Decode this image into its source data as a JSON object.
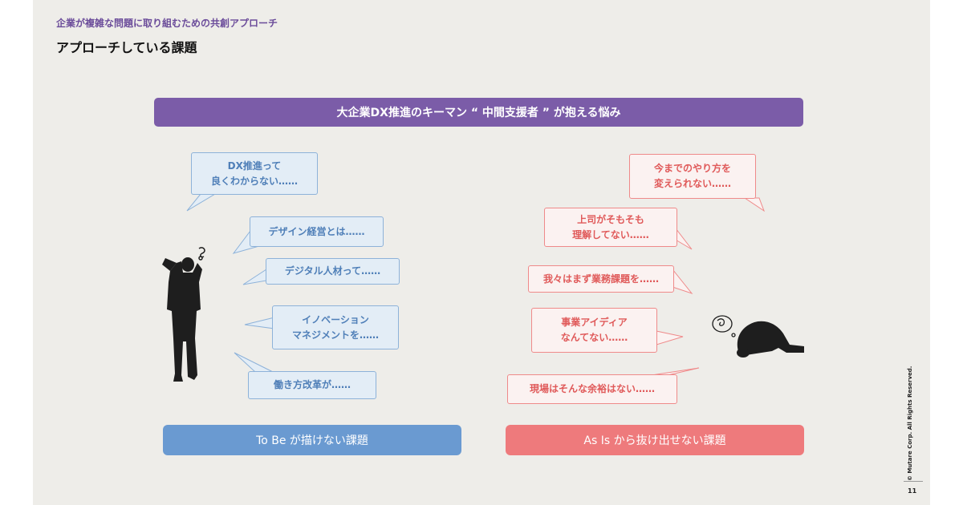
{
  "header": {
    "eyebrow": "企業が複雑な問題に取り組むための共創アプローチ",
    "title": "アプローチしている課題"
  },
  "banner": "大企業DX推進のキーマン “ 中間支援者 ” が抱える悩み",
  "left_bubbles": [
    {
      "line1": "DX推進って",
      "line2": "良くわからない……"
    },
    {
      "line1": "デザイン経営とは……",
      "line2": ""
    },
    {
      "line1": "デジタル人材って……",
      "line2": ""
    },
    {
      "line1": "イノベーション",
      "line2": "マネジメントを……"
    },
    {
      "line1": "働き方改革が……",
      "line2": ""
    }
  ],
  "right_bubbles": [
    {
      "line1": "今までのやり方を",
      "line2": "変えられない……"
    },
    {
      "line1": "上司がそもそも",
      "line2": "理解してない……"
    },
    {
      "line1": "我々はまず業務課題を……",
      "line2": ""
    },
    {
      "line1": "事業アイディア",
      "line2": "なんてない……"
    },
    {
      "line1": "現場はそんな余裕はない……",
      "line2": ""
    }
  ],
  "footer": {
    "left_label": "To Be が描けない課題",
    "right_label": "As Is から抜け出せない課題"
  },
  "copyright": "© Mutare Corp. All Rights Reserved.",
  "page_number": "11",
  "colors": {
    "purple": "#7b5ca8",
    "blue": "#6a9ad1",
    "red": "#ee7a7c",
    "background": "#eeede9"
  }
}
